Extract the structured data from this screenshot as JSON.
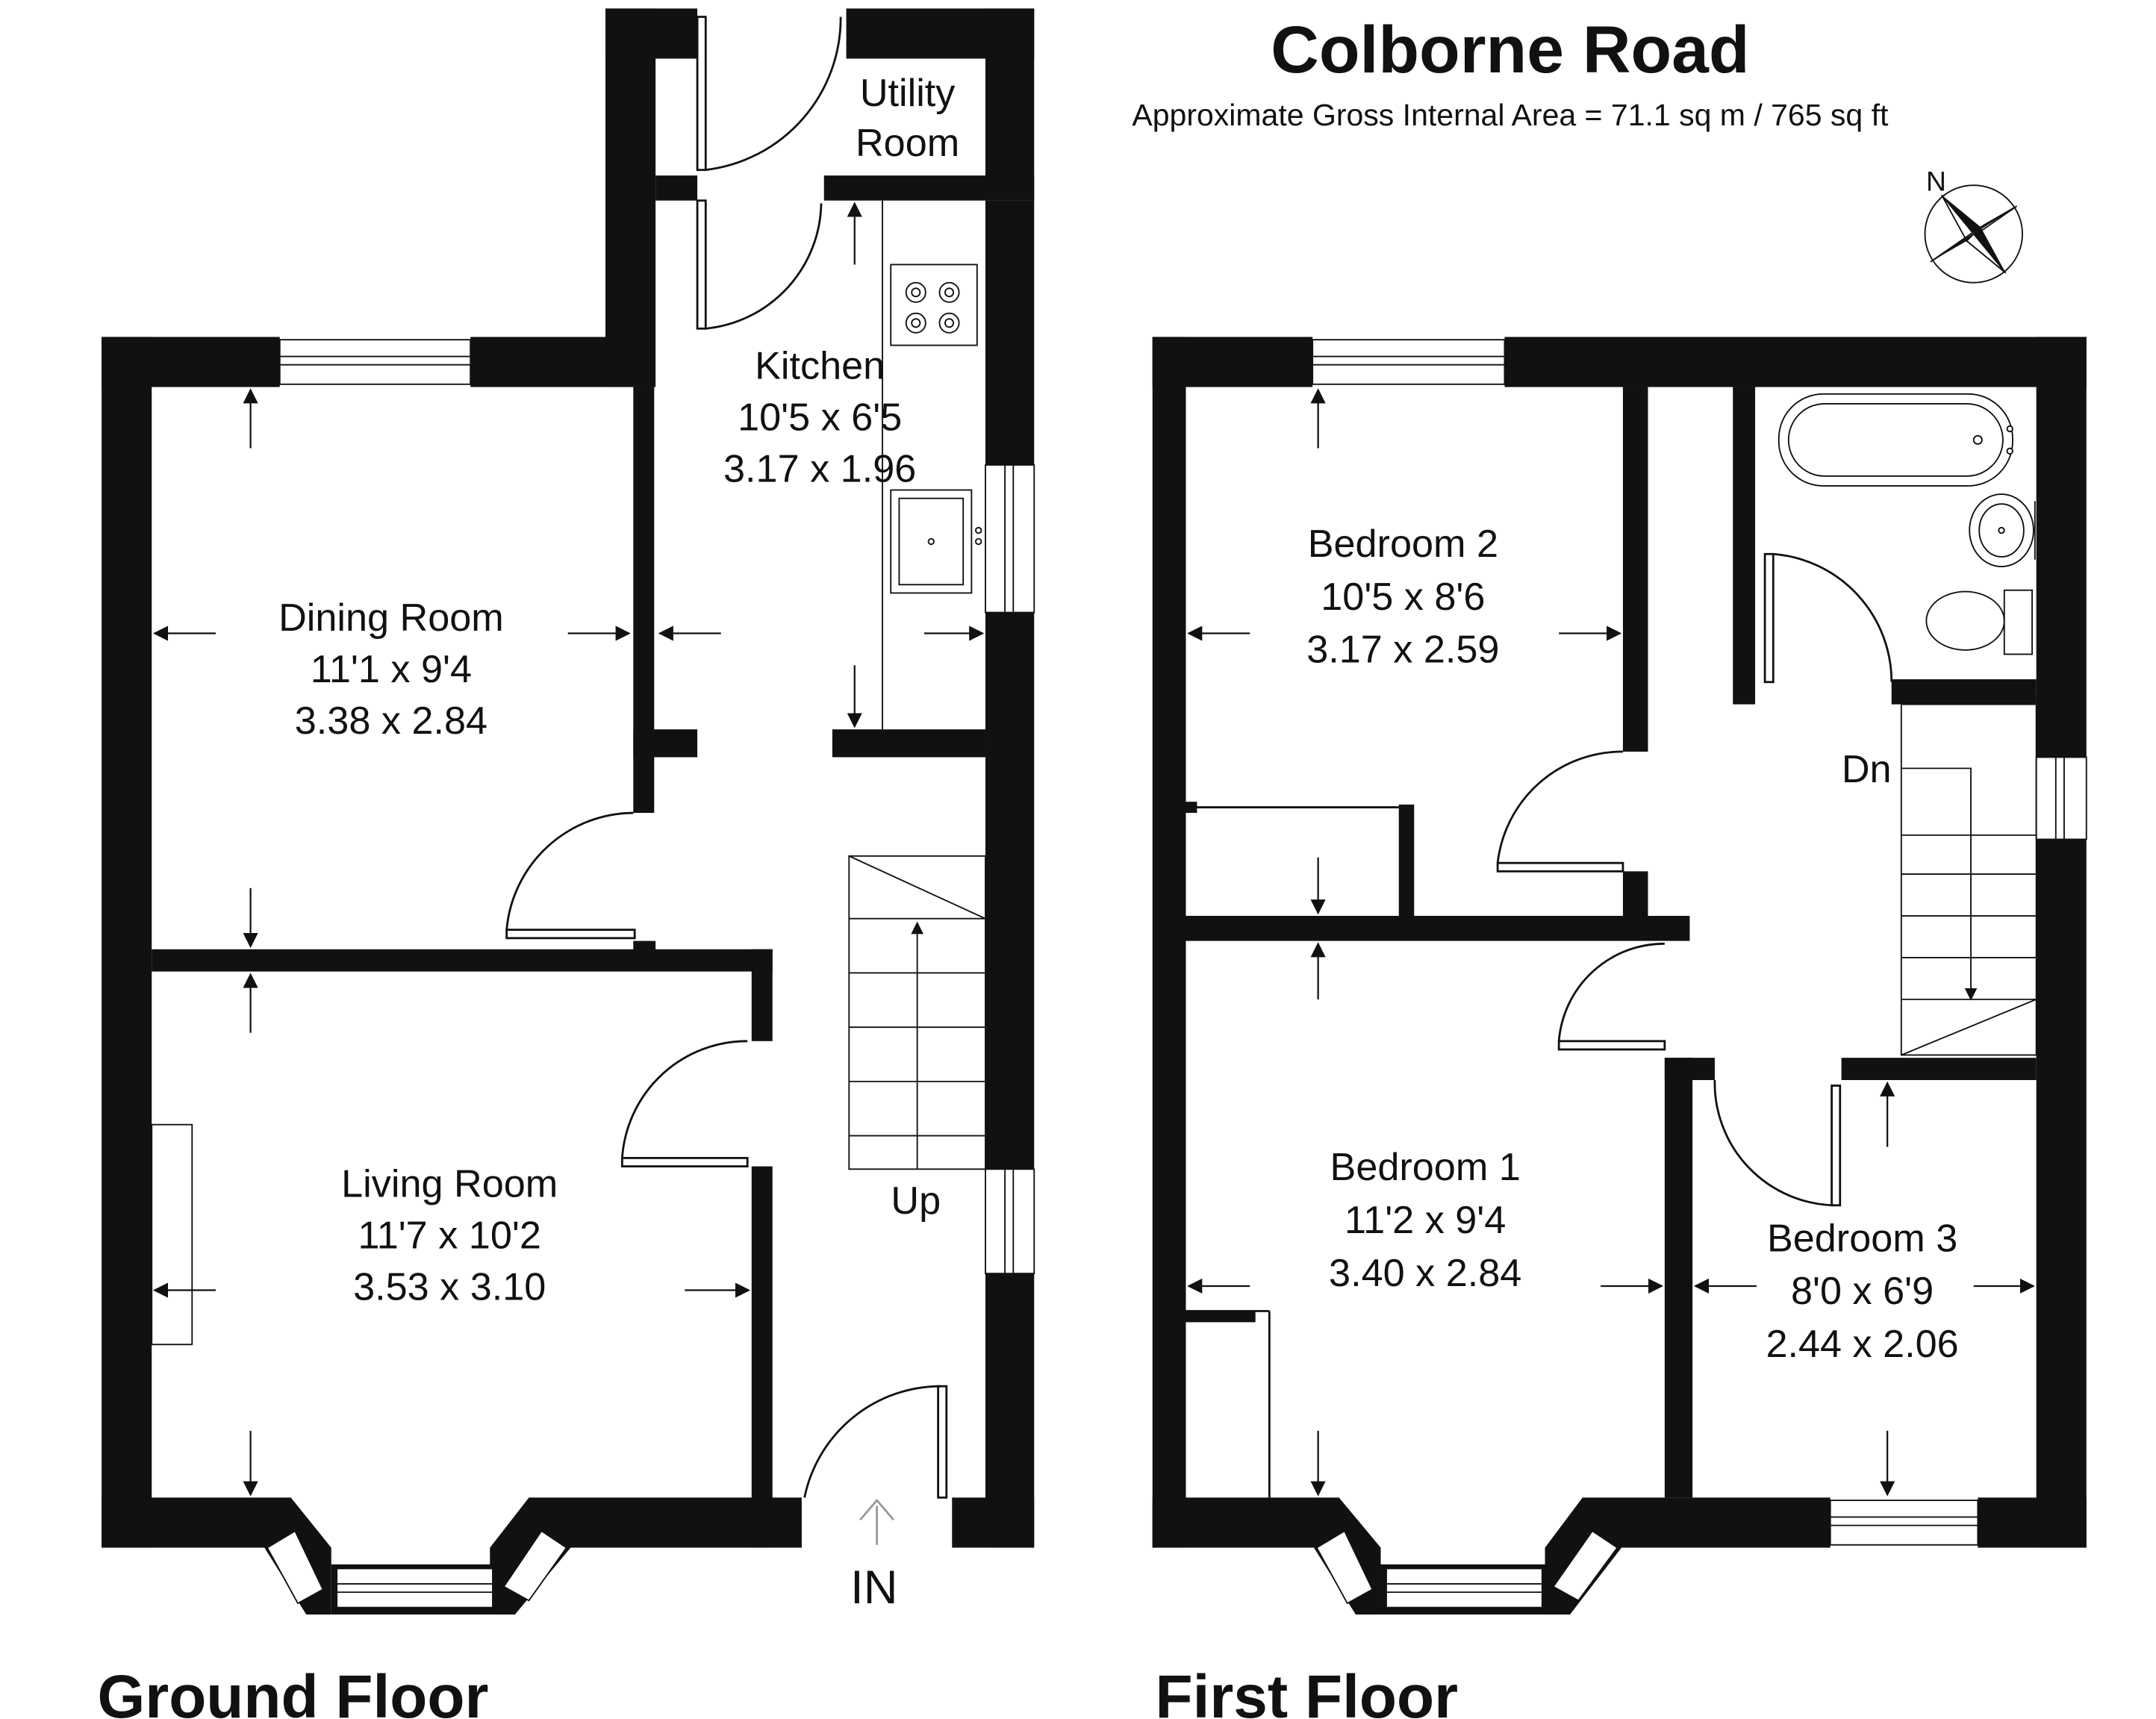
{
  "header": {
    "title": "Colborne Road",
    "subtitle": "Approximate Gross Internal Area = 71.1 sq m / 765 sq ft"
  },
  "compass": {
    "label": "N"
  },
  "ground_floor": {
    "heading": "Ground Floor",
    "entrance": "IN",
    "stairs_label": "Up",
    "rooms": {
      "utility": {
        "name_1": "Utility",
        "name_2": "Room"
      },
      "kitchen": {
        "name": "Kitchen",
        "imperial": "10'5 x 6'5",
        "metric": "3.17 x 1.96"
      },
      "dining": {
        "name": "Dining Room",
        "imperial": "11'1 x 9'4",
        "metric": "3.38 x 2.84"
      },
      "living": {
        "name": "Living Room",
        "imperial": "11'7 x 10'2",
        "metric": "3.53 x 3.10"
      }
    }
  },
  "first_floor": {
    "heading": "First Floor",
    "stairs_label": "Dn",
    "rooms": {
      "bedroom2": {
        "name": "Bedroom 2",
        "imperial": "10'5 x 8'6",
        "metric": "3.17 x 2.59"
      },
      "bedroom1": {
        "name": "Bedroom 1",
        "imperial": "11'2 x 9'4",
        "metric": "3.40 x 2.84"
      },
      "bedroom3": {
        "name": "Bedroom 3",
        "imperial": "8'0 x 6'9",
        "metric": "2.44 x 2.06"
      }
    }
  }
}
